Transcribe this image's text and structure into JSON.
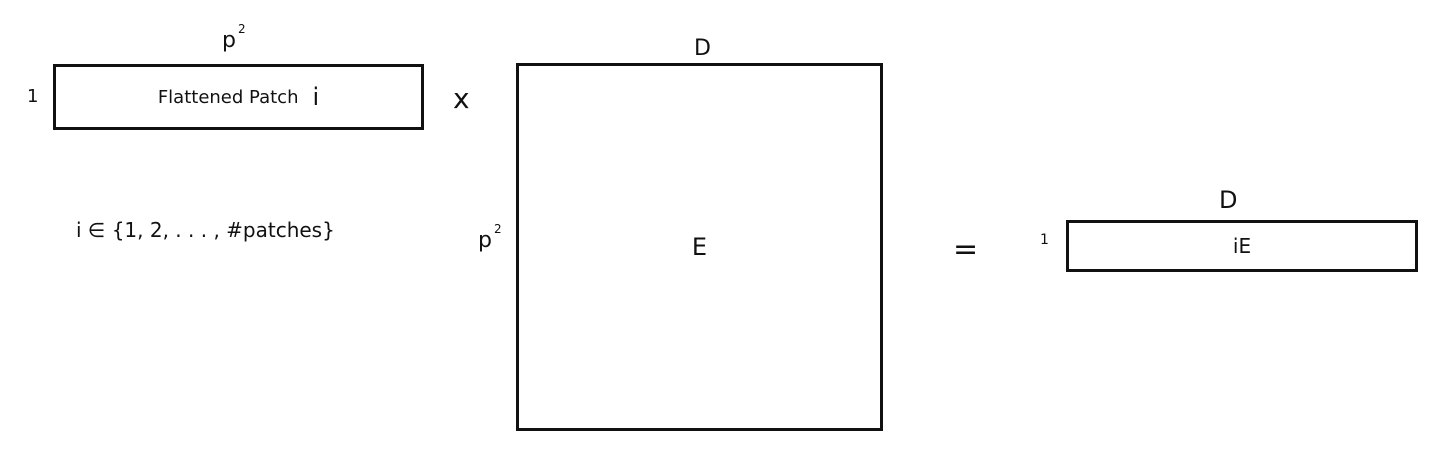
{
  "patch_vector": {
    "top_label": "p",
    "top_label_exp": "2",
    "left_label": "1",
    "text": "Flattened Patch",
    "index": "i"
  },
  "operator_times": "x",
  "index_set": "i ∈ {1, 2, . . . , #patches}",
  "embedding_matrix": {
    "top_label": "D",
    "left_label": "p",
    "left_label_exp": "2",
    "text": "E"
  },
  "operator_equals": "=",
  "result_vector": {
    "top_label": "D",
    "left_label": "1",
    "text": "iE"
  }
}
